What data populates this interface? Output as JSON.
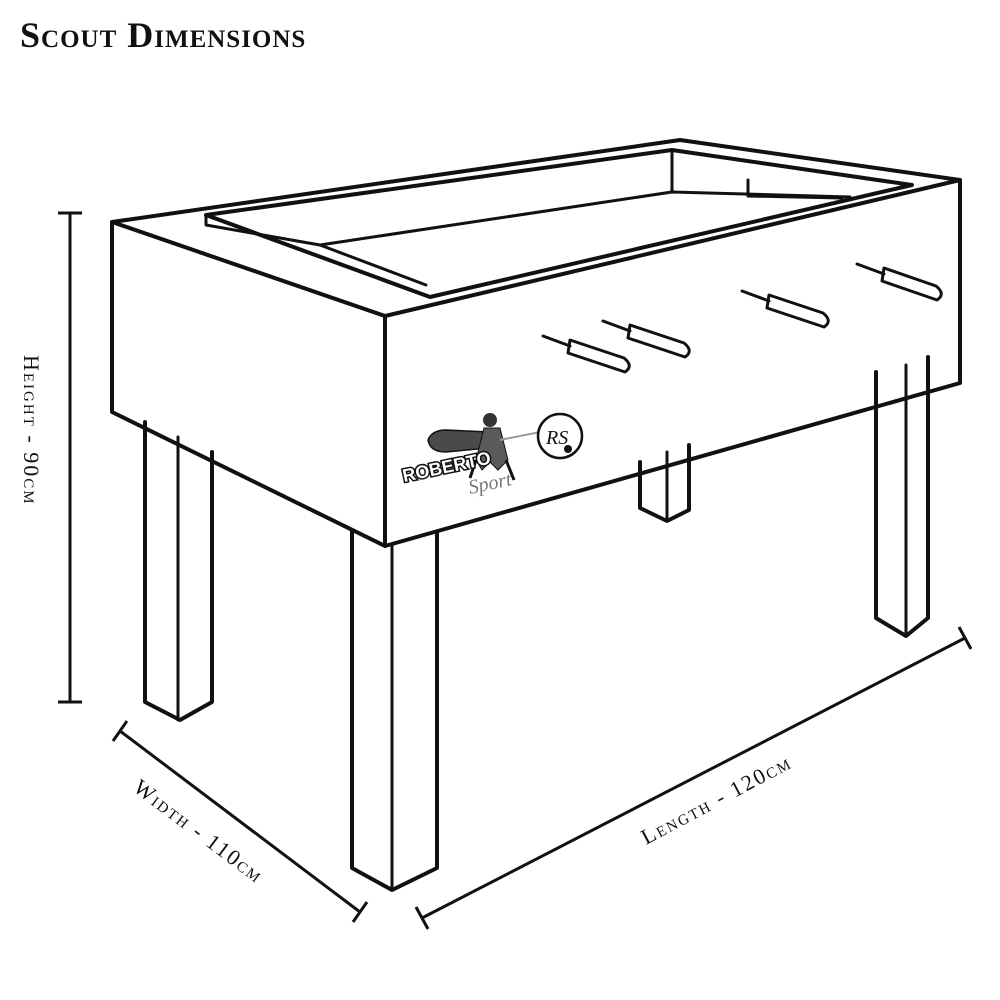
{
  "title": "Scout Dimensions",
  "dimensions": {
    "height": "Height - 90cm",
    "width": "Width - 110cm",
    "length": "Length - 120cm"
  },
  "logo": {
    "brand": "ROBERTO",
    "sub": "Sport",
    "monogram": "RS"
  },
  "colors": {
    "ink": "#111111",
    "background": "#ffffff"
  }
}
